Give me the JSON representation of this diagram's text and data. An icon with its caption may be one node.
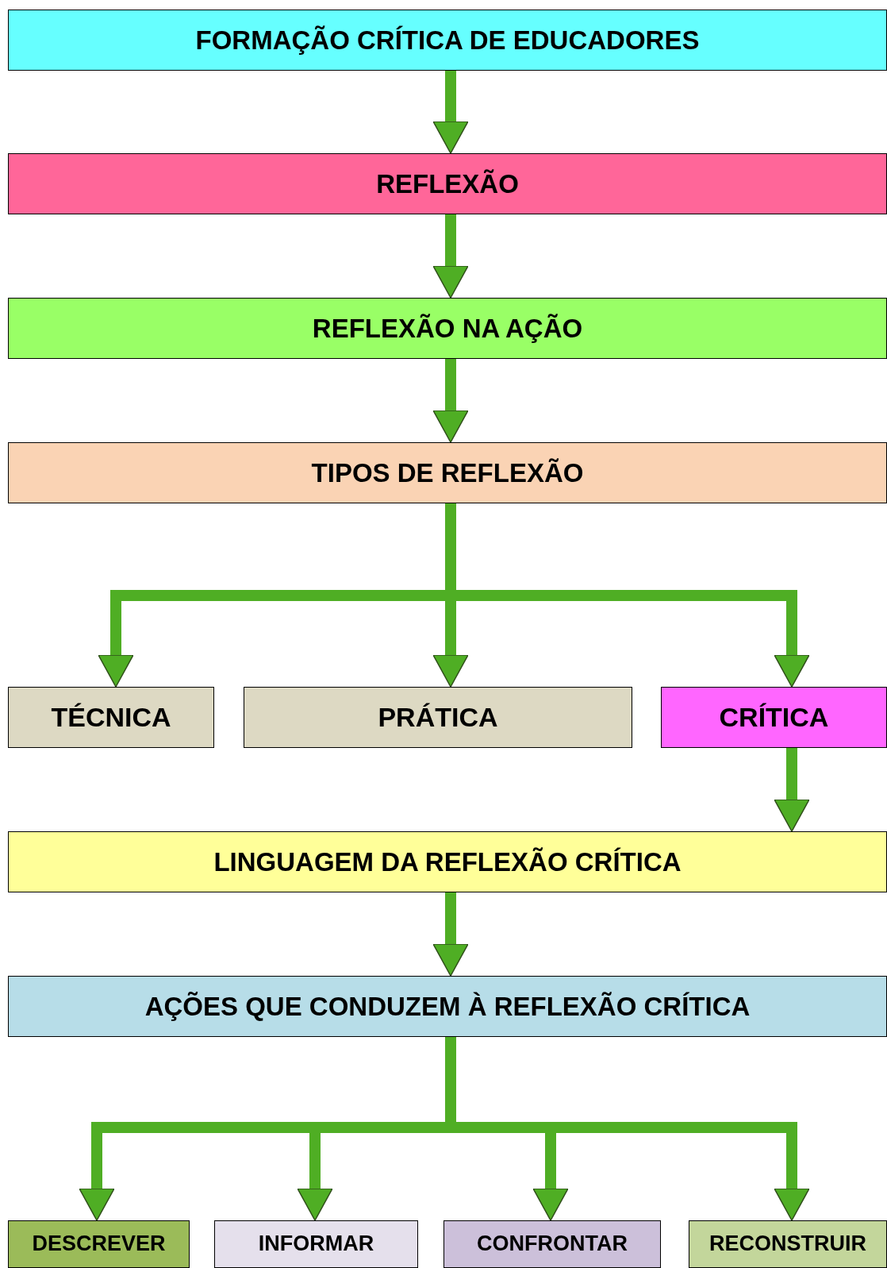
{
  "diagram": {
    "nodes": [
      {
        "text": [
          "FORMAÇÃO CRÍTICA DE EDUCADORES"
        ]
      },
      {
        "text": [
          "REFLEXÃO"
        ]
      },
      {
        "text": [
          "REFLEXÃO NA AÇÃO"
        ]
      },
      {
        "text": [
          "TIPOS DE REFLEXÃO"
        ]
      },
      {
        "text": [
          "TÉCNICA"
        ]
      },
      {
        "text": [
          "PRÁTICA"
        ]
      },
      {
        "text": [
          "CRÍTICA"
        ]
      },
      {
        "text": [
          "LINGUAGEM DA REFLEXÃO CRÍTICA"
        ]
      },
      {
        "text": [
          "AÇÕES QUE CONDUZEM À REFLEXÃO CRÍTICA"
        ]
      },
      {
        "text": [
          "DESCREVER"
        ]
      },
      {
        "text": [
          "INFORMAR"
        ]
      },
      {
        "text": [
          "CONFRONTAR"
        ]
      },
      {
        "text": [
          "RECONSTRUIR"
        ]
      }
    ],
    "edges": [
      {
        "from": 0,
        "to": 1,
        "arrow": "to"
      },
      {
        "from": 1,
        "to": 2,
        "arrow": "to"
      },
      {
        "from": 2,
        "to": 3,
        "arrow": "to"
      },
      {
        "from": 3,
        "to": 4,
        "arrow": "to"
      },
      {
        "from": 3,
        "to": 5,
        "arrow": "to"
      },
      {
        "from": 3,
        "to": 6,
        "arrow": "to"
      },
      {
        "from": 6,
        "to": 7,
        "arrow": "to"
      },
      {
        "from": 7,
        "to": 8,
        "arrow": "to"
      },
      {
        "from": 8,
        "to": 9,
        "arrow": "to"
      },
      {
        "from": 8,
        "to": 10,
        "arrow": "to"
      },
      {
        "from": 8,
        "to": 11,
        "arrow": "to"
      },
      {
        "from": 8,
        "to": 12,
        "arrow": "to"
      }
    ]
  }
}
